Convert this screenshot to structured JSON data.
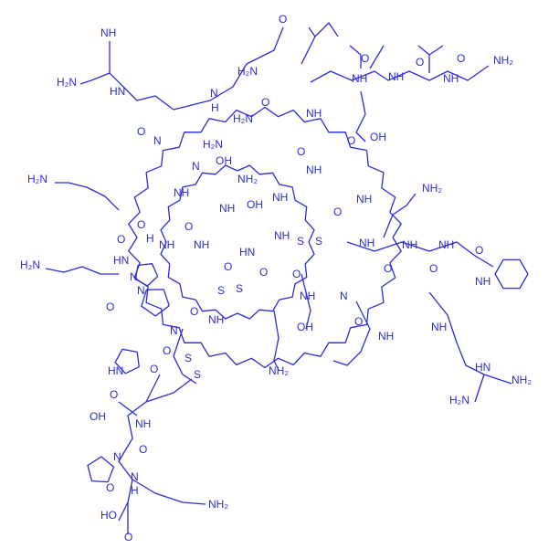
{
  "diagram": {
    "type": "chemical-structure",
    "color": "#2b2bd9",
    "atom_labels": {
      "nh": "NH",
      "hn": "HN",
      "h2n": "H₂N",
      "nh2": "NH₂",
      "o": "O",
      "oh": "OH",
      "s": "S",
      "n": "N",
      "ho": "HO",
      "h": "H"
    }
  }
}
